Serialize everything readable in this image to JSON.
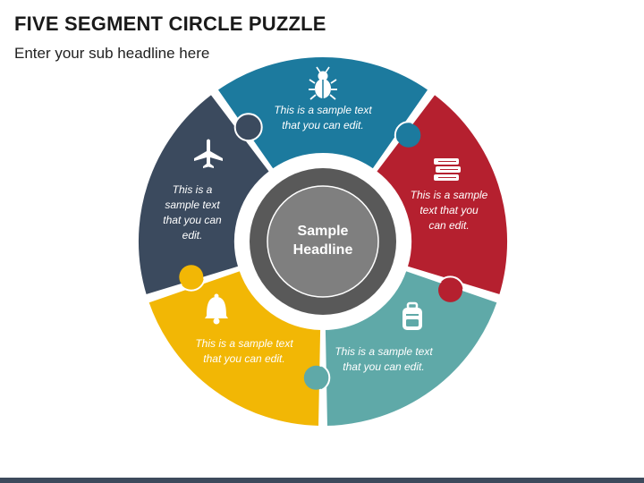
{
  "title": "FIVE SEGMENT CIRCLE PUZZLE",
  "subtitle": "Enter your sub headline here",
  "center": {
    "line1": "Sample",
    "line2": "Headline"
  },
  "segments": [
    {
      "color": "#1c7a9e",
      "icon": "bug-icon",
      "text": "This is a sample text that you can edit."
    },
    {
      "color": "#b5202f",
      "icon": "books-icon",
      "text": "This is a sample text that you can edit."
    },
    {
      "color": "#5fa9a8",
      "icon": "backpack-icon",
      "text": "This is a sample text that you can edit."
    },
    {
      "color": "#f2b705",
      "icon": "bell-icon",
      "text": "This is a sample text that you can edit."
    },
    {
      "color": "#3b4a5e",
      "icon": "airplane-icon",
      "text": "This is a sample text that you can edit."
    }
  ],
  "colors": {
    "center_ring": "#595959",
    "center_inner": "#7f7f7f",
    "bottom_bar": "#3d4a5c"
  }
}
